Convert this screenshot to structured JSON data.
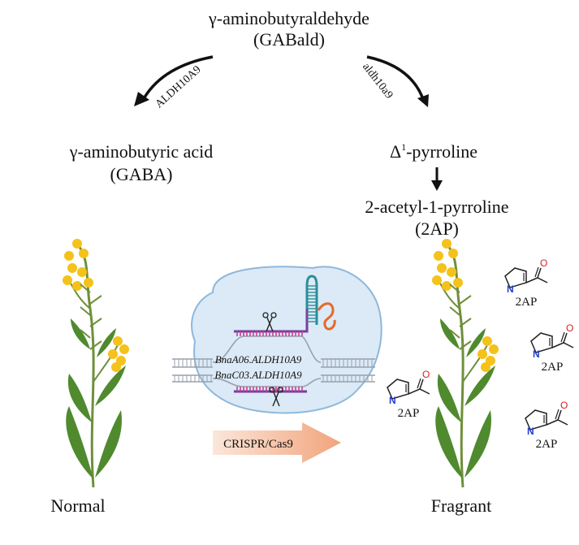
{
  "pathway": {
    "precursor_name": "γ-aminobutyraldehyde",
    "precursor_abbr": "(GABald)",
    "left_enzyme": "ALDH10A9",
    "right_enzyme": "aldh10a9",
    "left_product_name": "γ-aminobutyric acid",
    "left_product_abbr": "(GABA)",
    "pyrroline_prefix": "Δ",
    "pyrroline_sup": "1",
    "pyrroline_suffix": "-pyrroline",
    "final_product_name": "2-acetyl-1-pyrroline",
    "final_product_abbr": "(2AP)"
  },
  "crispr": {
    "gene_1": "BnaA06.ALDH10A9",
    "gene_2": "BnaC03.ALDH10A9",
    "arrow_label": "CRISPR/Cas9"
  },
  "molecules": {
    "label": "2AP",
    "N": "N",
    "O": "O"
  },
  "plants": {
    "normal_label": "Normal",
    "fragrant_label": "Fragrant"
  },
  "colors": {
    "cas9_fill": "#dbeaf6",
    "cas9_stroke": "#8fb8da",
    "dna_grey": "#9aa0ad",
    "guide_purple": "#7a3d9a",
    "guide_magenta": "#d23a94",
    "guide_teal": "#2a8f9a",
    "rna_orange": "#e36a2a",
    "arrow_start": "#fbe6da",
    "arrow_end": "#f2a47c",
    "nitrogen_blue": "#1f3fcf",
    "oxygen_red": "#d42020",
    "flower_yellow": "#f4c21a",
    "stem_green": "#6f8f3a",
    "leaf_green": "#4f8a2e"
  }
}
